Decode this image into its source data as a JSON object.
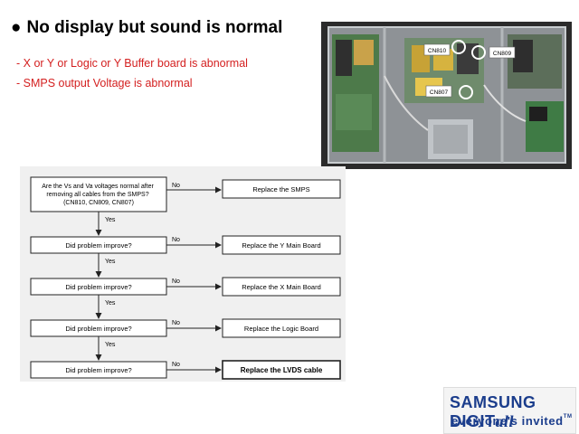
{
  "heading": {
    "bullet": "●",
    "text": "No display but sound is normal"
  },
  "causes": [
    "- X or Y or Logic or Y Buffer board is abnormal",
    "- SMPS output Voltage is abnormal"
  ],
  "photo": {
    "connectors": [
      "CN810",
      "CN809",
      "CN807"
    ]
  },
  "flowchart": {
    "questions": [
      "Are the Vs and Va voltages normal after removing all cables from the SMPS? (CN810, CN809, CN807)",
      "Did problem improve?",
      "Did problem improve?",
      "Did problem improve?",
      "Did problem improve?"
    ],
    "no_label": "No",
    "yes_label": "Yes",
    "actions": [
      "Replace the SMPS",
      "Replace the Y Main Board",
      "Replace the X Main Board",
      "Replace the Logic Board",
      "Replace the LVDS cable"
    ]
  },
  "logo": {
    "brand": "SAMSUNG DIGIT",
    "brand_suffix": "all",
    "tagline": "everyone's invited",
    "tm": "TM"
  }
}
